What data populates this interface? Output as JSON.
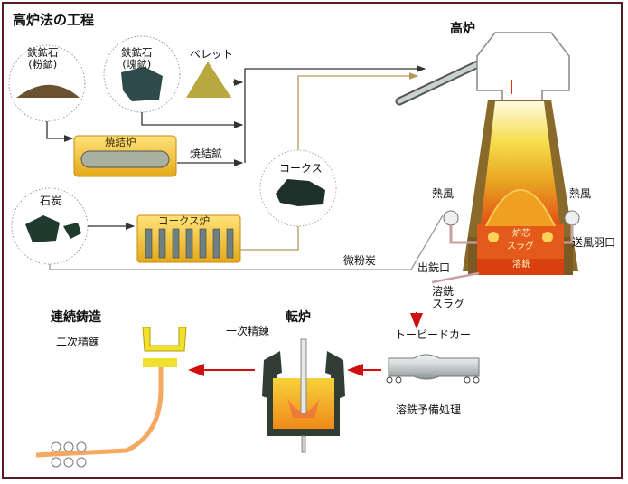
{
  "title": "高炉法の工程",
  "materials": {
    "iron_ore_fine": {
      "line1": "鉄鉱石",
      "line2": "(粉鉱)"
    },
    "iron_ore_lump": {
      "line1": "鉄鉱石",
      "line2": "(塊鉱)"
    },
    "pellet": "ペレット",
    "coal": "石炭",
    "coke": "コークス"
  },
  "facilities": {
    "sinter_plant": "焼結炉",
    "sinter_product": "焼結鉱",
    "coke_oven": "コークス炉",
    "pulverized_coal": "微粉炭"
  },
  "blast_furnace": {
    "label": "高炉",
    "hot_blast_left": "熱風",
    "hot_blast_right": "熱風",
    "tuyere": "送風羽口",
    "tap_hole": "出銑口",
    "zone_cohesive": "炉芯",
    "zone_slag": "スラグ",
    "zone_molten_iron": "溶銑",
    "output_line1": "溶銑",
    "output_line2": "スラグ"
  },
  "downstream": {
    "torpedo_car": "トーピードカー",
    "hot_metal_pretreatment": "溶銑予備処理",
    "converter": "転炉",
    "primary_refining": "一次精錬",
    "continuous_casting": "連続鋳造",
    "secondary_refining": "二次精錬"
  },
  "colors": {
    "border": "#5a1a24",
    "flow_arrow": "#333333",
    "coke_line": "#b59a5a",
    "process_arrow": "#d01010",
    "box_yellow": "#f2c12a"
  }
}
